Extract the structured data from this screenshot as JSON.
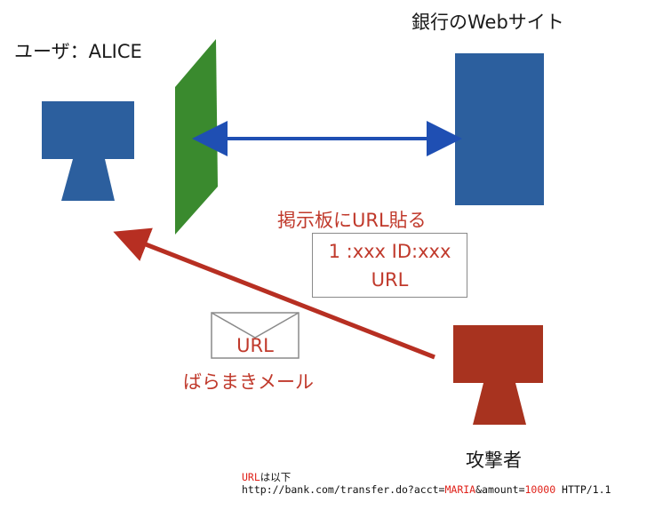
{
  "labels": {
    "user": "ユーザ：ALICE",
    "bank_site": "銀行のWebサイト",
    "attacker": "攻撃者",
    "post_url": "掲示板にURL貼る",
    "spam_mail": "ばらまきメール"
  },
  "board_post": {
    "line1": "1 :xxx ID:xxx",
    "line2": "URL"
  },
  "mail_envelope": {
    "text": "URL"
  },
  "footer": {
    "caption_prefix": "URL",
    "caption_suffix": "は以下",
    "url_part1": "http://bank.com/transfer.do?acct=",
    "url_acct": "MARIA",
    "url_part2": "&amount=",
    "url_amount": "10000",
    "url_part3": " HTTP/1.1"
  },
  "colors": {
    "blue_block": "#2c5f9e",
    "green_wall": "#3a8a2e",
    "red_attacker": "#a8331f",
    "blue_arrow": "#1f4fb3",
    "red_arrow": "#b72f22"
  },
  "icons": [
    "user-computer-icon",
    "bank-server-icon",
    "firewall-icon",
    "attacker-computer-icon",
    "mail-envelope-icon"
  ]
}
